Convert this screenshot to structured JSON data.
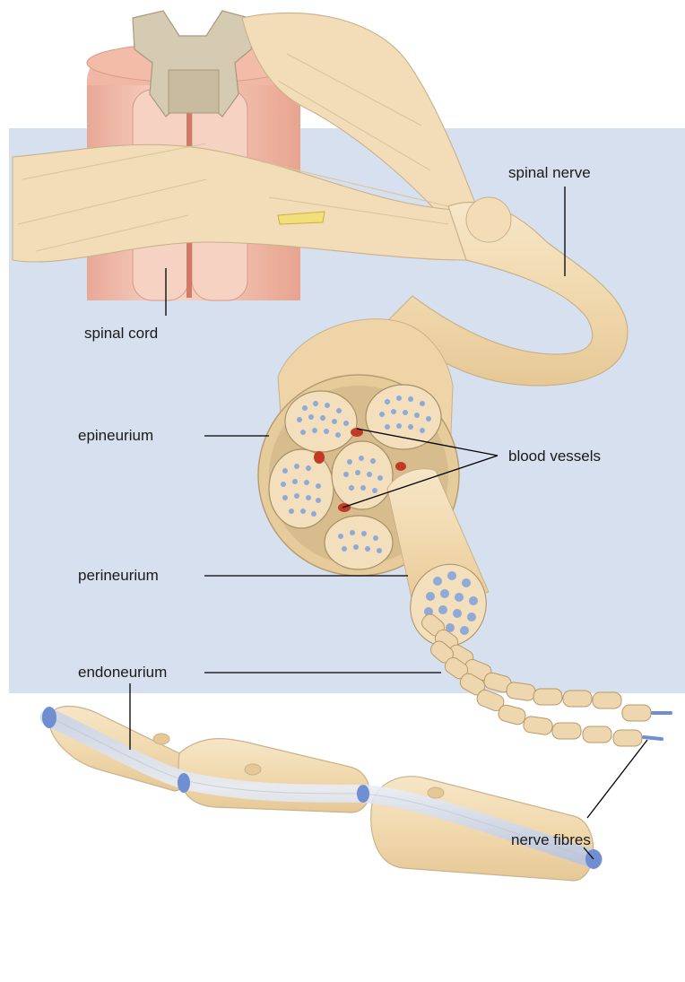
{
  "labels": {
    "spinal_cord": "spinal cord",
    "spinal_nerve": "spinal nerve",
    "epineurium": "epineurium",
    "blood_vessels": "blood vessels",
    "perineurium": "perineurium",
    "endoneurium": "endoneurium",
    "nerve_fibres": "nerve fibres"
  },
  "colors": {
    "panel_background": "#d7e0ef",
    "nerve_tissue": "#f2ddb8",
    "nerve_outline": "#c9b28a",
    "spinal_cord": "#f3c7b4",
    "spinal_cord_grey_matter": "#d6ccb6",
    "axon": "#8fa9d8",
    "blood_vessel": "#c23a26"
  }
}
